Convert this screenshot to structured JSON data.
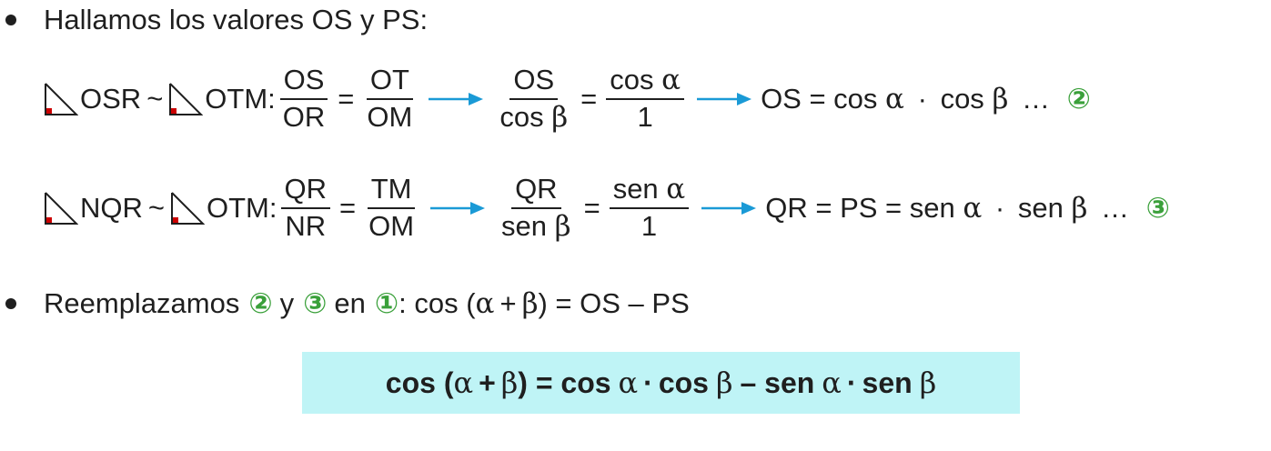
{
  "line1": {
    "text": "Hallamos los valores OS y PS:"
  },
  "row1": {
    "t1": "OSR",
    "sim": "~",
    "t2": "OTM:",
    "f1n": "OS",
    "f1d": "OR",
    "eq1": "=",
    "f2n": "OT",
    "f2d": "OM",
    "f3n": "OS",
    "f3d_a": "cos",
    "f3d_b": "β",
    "eq2": "=",
    "f4n_a": "cos",
    "f4n_b": "α",
    "f4d": "1",
    "res_a": "OS = cos",
    "res_b": "α",
    "res_c": "·",
    "res_d": "cos",
    "res_e": "β",
    "res_f": "…",
    "marker": "②"
  },
  "row2": {
    "t1": "NQR",
    "sim": "~",
    "t2": "OTM:",
    "f1n": "QR",
    "f1d": "NR",
    "eq1": "=",
    "f2n": "TM",
    "f2d": "OM",
    "f3n": "QR",
    "f3d_a": "sen",
    "f3d_b": "β",
    "eq2": "=",
    "f4n_a": "sen",
    "f4n_b": "α",
    "f4d": "1",
    "res_a": "QR = PS = sen",
    "res_b": "α",
    "res_c": "·",
    "res_d": "sen",
    "res_e": "β",
    "res_f": "…",
    "marker": "③"
  },
  "line4": {
    "a": "Reemplazamos",
    "m2": "②",
    "b": "y",
    "m3": "③",
    "c": "en",
    "m1": "①",
    "d": ": cos (",
    "alpha": "α",
    "plus": "+",
    "beta": "β",
    "e": ") = OS – PS"
  },
  "result": {
    "a": "cos (",
    "alpha1": "α",
    "plus": "+",
    "beta1": "β",
    "b": ") = cos",
    "alpha2": "α",
    "dot1": "·",
    "c": "cos",
    "beta2": "β",
    "d": "– sen",
    "alpha3": "α",
    "dot2": "·",
    "e": "sen",
    "beta3": "β"
  },
  "colors": {
    "accent_green": "#3aa03a",
    "arrow_blue": "#1a9ad6",
    "box_bg": "#bff4f6",
    "right_angle_red": "#cc0000"
  }
}
